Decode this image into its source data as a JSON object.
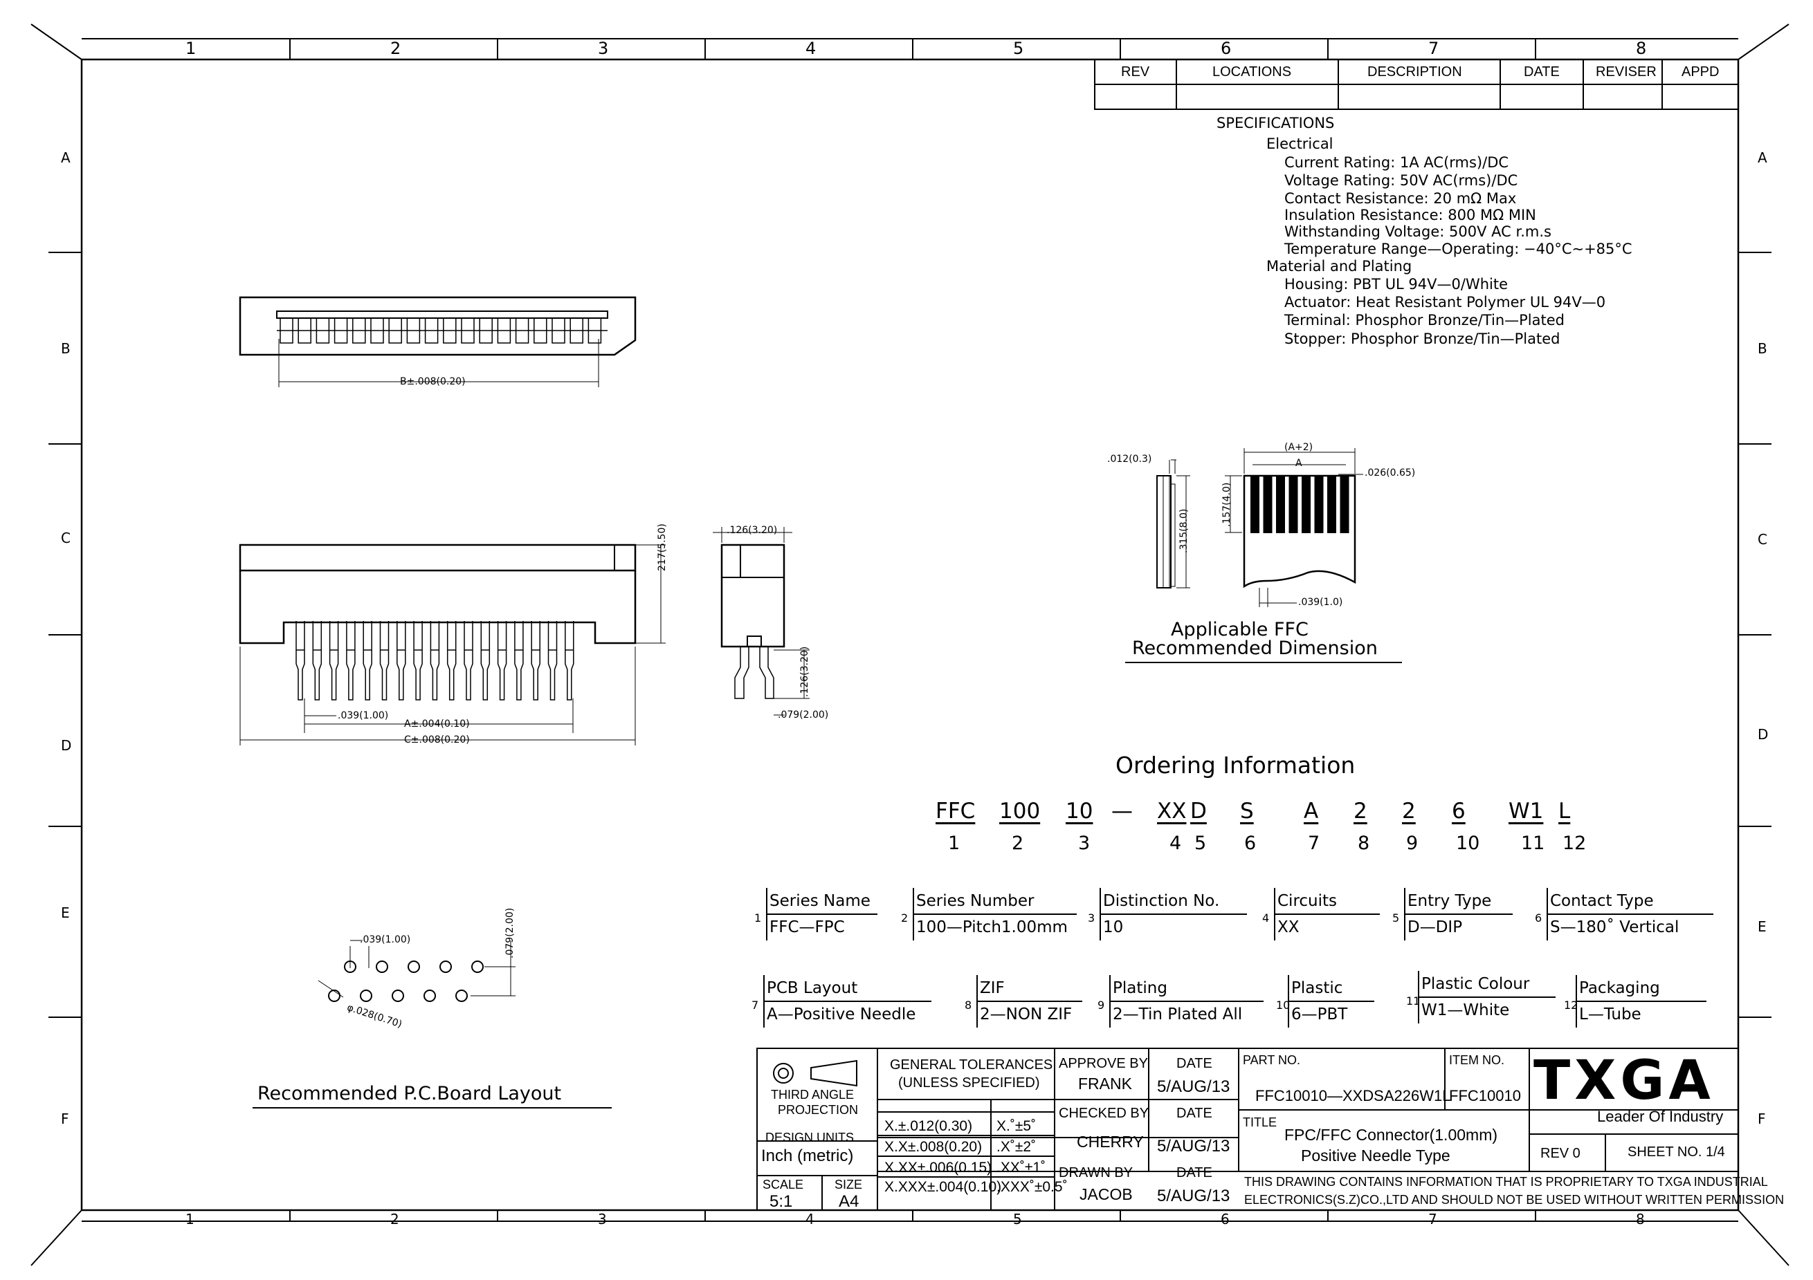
{
  "grid": {
    "columns": [
      "1",
      "2",
      "3",
      "4",
      "5",
      "6",
      "7",
      "8"
    ],
    "rows": [
      "A",
      "B",
      "C",
      "D",
      "E",
      "F"
    ]
  },
  "revision_table": {
    "headers": [
      "REV",
      "LOCATIONS",
      "DESCRIPTION",
      "DATE",
      "REVISER",
      "APPD"
    ]
  },
  "specifications": {
    "title": "SPECIFICATIONS",
    "electrical_title": "Electrical",
    "electrical": [
      "Current  Rating: 1A  AC(rms)/DC",
      "Voltage  Rating: 50V  AC(rms)/DC",
      "Contact  Resistance: 20  mΩ  Max",
      "Insulation  Resistance: 800  MΩ  MIN",
      "Withstanding  Voltage: 500V  AC  r.m.s",
      "Temperature  Range—Operating: −40°C∼+85°C"
    ],
    "material_title": "Material  and  Plating",
    "material": [
      "Housing:  PBT  UL  94V—0/White",
      "Actuator:  Heat  Resistant  Polymer  UL  94V—0",
      "Terminal: Phosphor  Bronze/Tin—Plated",
      "Stopper: Phosphor  Bronze/Tin—Plated"
    ]
  },
  "dimensions": {
    "top_b": "B±.008(0.20)",
    "side_height": "217(5.50)",
    "pitch": ".039(1.00)",
    "front_a": "A±.004(0.10)",
    "front_c": "C±.008(0.20)",
    "side_width": ".126(3.20)",
    "side_pin": ".126(3.20)",
    "side_pin_w": ".079(2.00)",
    "ffc_thick": ".012(0.3)",
    "ffc_a2": "(A+2)",
    "ffc_a": "A",
    "ffc_contact": ".026(0.65)",
    "ffc_len": ".315(8.0)",
    "ffc_len2": ".157(4.0)",
    "ffc_pitch": ".039(1.0)",
    "pcb_pitch": ".039(1.00)",
    "pcb_row": ".079(2.00)",
    "pcb_hole": "φ.028(0.70)"
  },
  "labels": {
    "ffc_line1": "Applicable  FFC",
    "ffc_line2": "Recommended  Dimension",
    "pcb_layout": "Recommended  P.C.Board  Layout",
    "ordering_title": "Ordering  Information"
  },
  "ordering_code": [
    {
      "code": "FFC",
      "num": "1"
    },
    {
      "code": "100",
      "num": "2"
    },
    {
      "code": "10",
      "num": "3"
    },
    {
      "code": "—",
      "num": ""
    },
    {
      "code": "XX",
      "num": "4"
    },
    {
      "code": "D",
      "num": "5"
    },
    {
      "code": "S",
      "num": "6"
    },
    {
      "code": "A",
      "num": "7"
    },
    {
      "code": "2",
      "num": "8"
    },
    {
      "code": "2",
      "num": "9"
    },
    {
      "code": "6",
      "num": "10"
    },
    {
      "code": "W1",
      "num": "11"
    },
    {
      "code": "L",
      "num": "12"
    }
  ],
  "ordering_fields": [
    {
      "num": "1",
      "title": "Series Name",
      "value": "FFC—FPC"
    },
    {
      "num": "2",
      "title": "Series  Number",
      "value": "100—Pitch1.00mm"
    },
    {
      "num": "3",
      "title": "Distinction  No.",
      "value": "10"
    },
    {
      "num": "4",
      "title": "Circuits",
      "value": "XX"
    },
    {
      "num": "5",
      "title": "Entry  Type",
      "value": "D—DIP"
    },
    {
      "num": "6",
      "title": "Contact  Type",
      "value": "S—180˚  Vertical"
    },
    {
      "num": "7",
      "title": "PCB  Layout",
      "value": "A—Positive  Needle"
    },
    {
      "num": "8",
      "title": "ZIF",
      "value": "2—NON  ZIF"
    },
    {
      "num": "9",
      "title": "Plating",
      "value": "2—Tin  Plated  All"
    },
    {
      "num": "10",
      "title": "Plastic",
      "value": "6—PBT"
    },
    {
      "num": "11",
      "title": "Plastic  Colour",
      "value": "W1—White"
    },
    {
      "num": "12",
      "title": "Packaging",
      "value": "L—Tube"
    }
  ],
  "title_block": {
    "projection_1": "THIRD  ANGLE",
    "projection_2": "PROJECTION",
    "design_units_1": "DESIGN  UNITS",
    "design_units_2": "Inch  (metric)",
    "scale_label": "SCALE",
    "scale_value": "5:1",
    "size_label": "SIZE",
    "size_value": "A4",
    "tol_title_1": "GENERAL  TOLERANCES",
    "tol_title_2": "(UNLESS  SPECIFIED)",
    "tolerances": [
      {
        "lin": "X.±.012(0.30)",
        "ang": "X.˚±5˚"
      },
      {
        "lin": "X.X±.008(0.20)",
        "ang": ".X˚±2˚"
      },
      {
        "lin": "X.XX±.006(0.15)",
        "ang": ".XX˚±1˚"
      },
      {
        "lin": "X.XXX±.004(0.10)",
        "ang": ".XXX˚±0.5˚"
      }
    ],
    "approve_label": "APPROVE  BY",
    "approve_name": "FRANK",
    "checked_label": "CHECKED  BY",
    "checked_name": "CHERRY",
    "drawn_label": "DRAWN  BY",
    "drawn_name": "JACOB",
    "date_label": "DATE",
    "date_value": "5/AUG/13",
    "part_no_label": "PART  NO.",
    "part_no": "FFC10010—XXDSA226W1L",
    "item_no_label": "ITEM  NO.",
    "item_no": "FFC10010",
    "title_label": "TITLE",
    "title_1": "FPC/FFC  Connector(1.00mm)",
    "title_2": "Positive  Needle  Type",
    "rev": "REV  0",
    "sheet": "SHEET  NO.  1/4",
    "logo": "TXGA",
    "tagline": "Leader  Of  Industry",
    "notice_1": "THIS  DRAWING  CONTAINS  INFORMATION  THAT  IS  PROPRIETARY  TO  TXGA  INDUSTRIAL",
    "notice_2": "ELECTRONICS(S.Z)CO.,LTD  AND  SHOULD  NOT  BE  USED  WITHOUT  WRITTEN  PERMISSION"
  }
}
